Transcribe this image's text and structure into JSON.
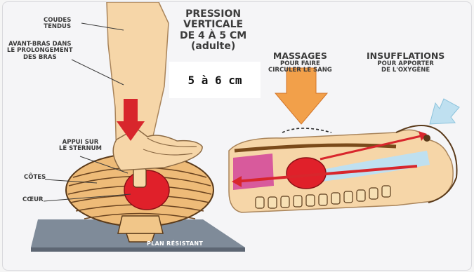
{
  "labels": {
    "elbows_line1": "COUDES",
    "elbows_line2": "TENDUS",
    "forearms_line1": "AVANT-BRAS DANS",
    "forearms_line2": "LE PROLONGEMENT",
    "forearms_line3": "DES BRAS",
    "pressure_line1": "PRESSION",
    "pressure_line2": "VERTICALE",
    "pressure_line3": "DE 4 À 5 CM",
    "pressure_line4": "(adulte)",
    "depth_box": "5 à 6 cm",
    "sternum_line1": "APPUI SUR",
    "sternum_line2": "LE STERNUM",
    "ribs": "CÔTES",
    "heart": "CŒUR",
    "surface": "PLAN RÉSISTANT",
    "massage_title": "MASSAGES",
    "massage_sub1": "POUR FAIRE",
    "massage_sub2": "CIRCULER LE SANG",
    "breaths_title": "INSUFFLATIONS",
    "breaths_sub1": "POUR APPORTER",
    "breaths_sub2": "DE L'OXYGÈNE"
  },
  "colors": {
    "skin": "#f6d6a8",
    "bone": "#f0c282",
    "heart": "#e0202a",
    "arrow_red": "#d8262c",
    "arrow_orange": "#f2a04a",
    "arrow_blue": "#bfe0f0",
    "lung_pink": "#d85a9c",
    "floor": "#7f8b99"
  },
  "icons": {
    "press_arrow": "down-arrow-icon",
    "massage_arrow": "down-arrow-icon",
    "breath_arrow": "diagonal-arrow-icon"
  }
}
